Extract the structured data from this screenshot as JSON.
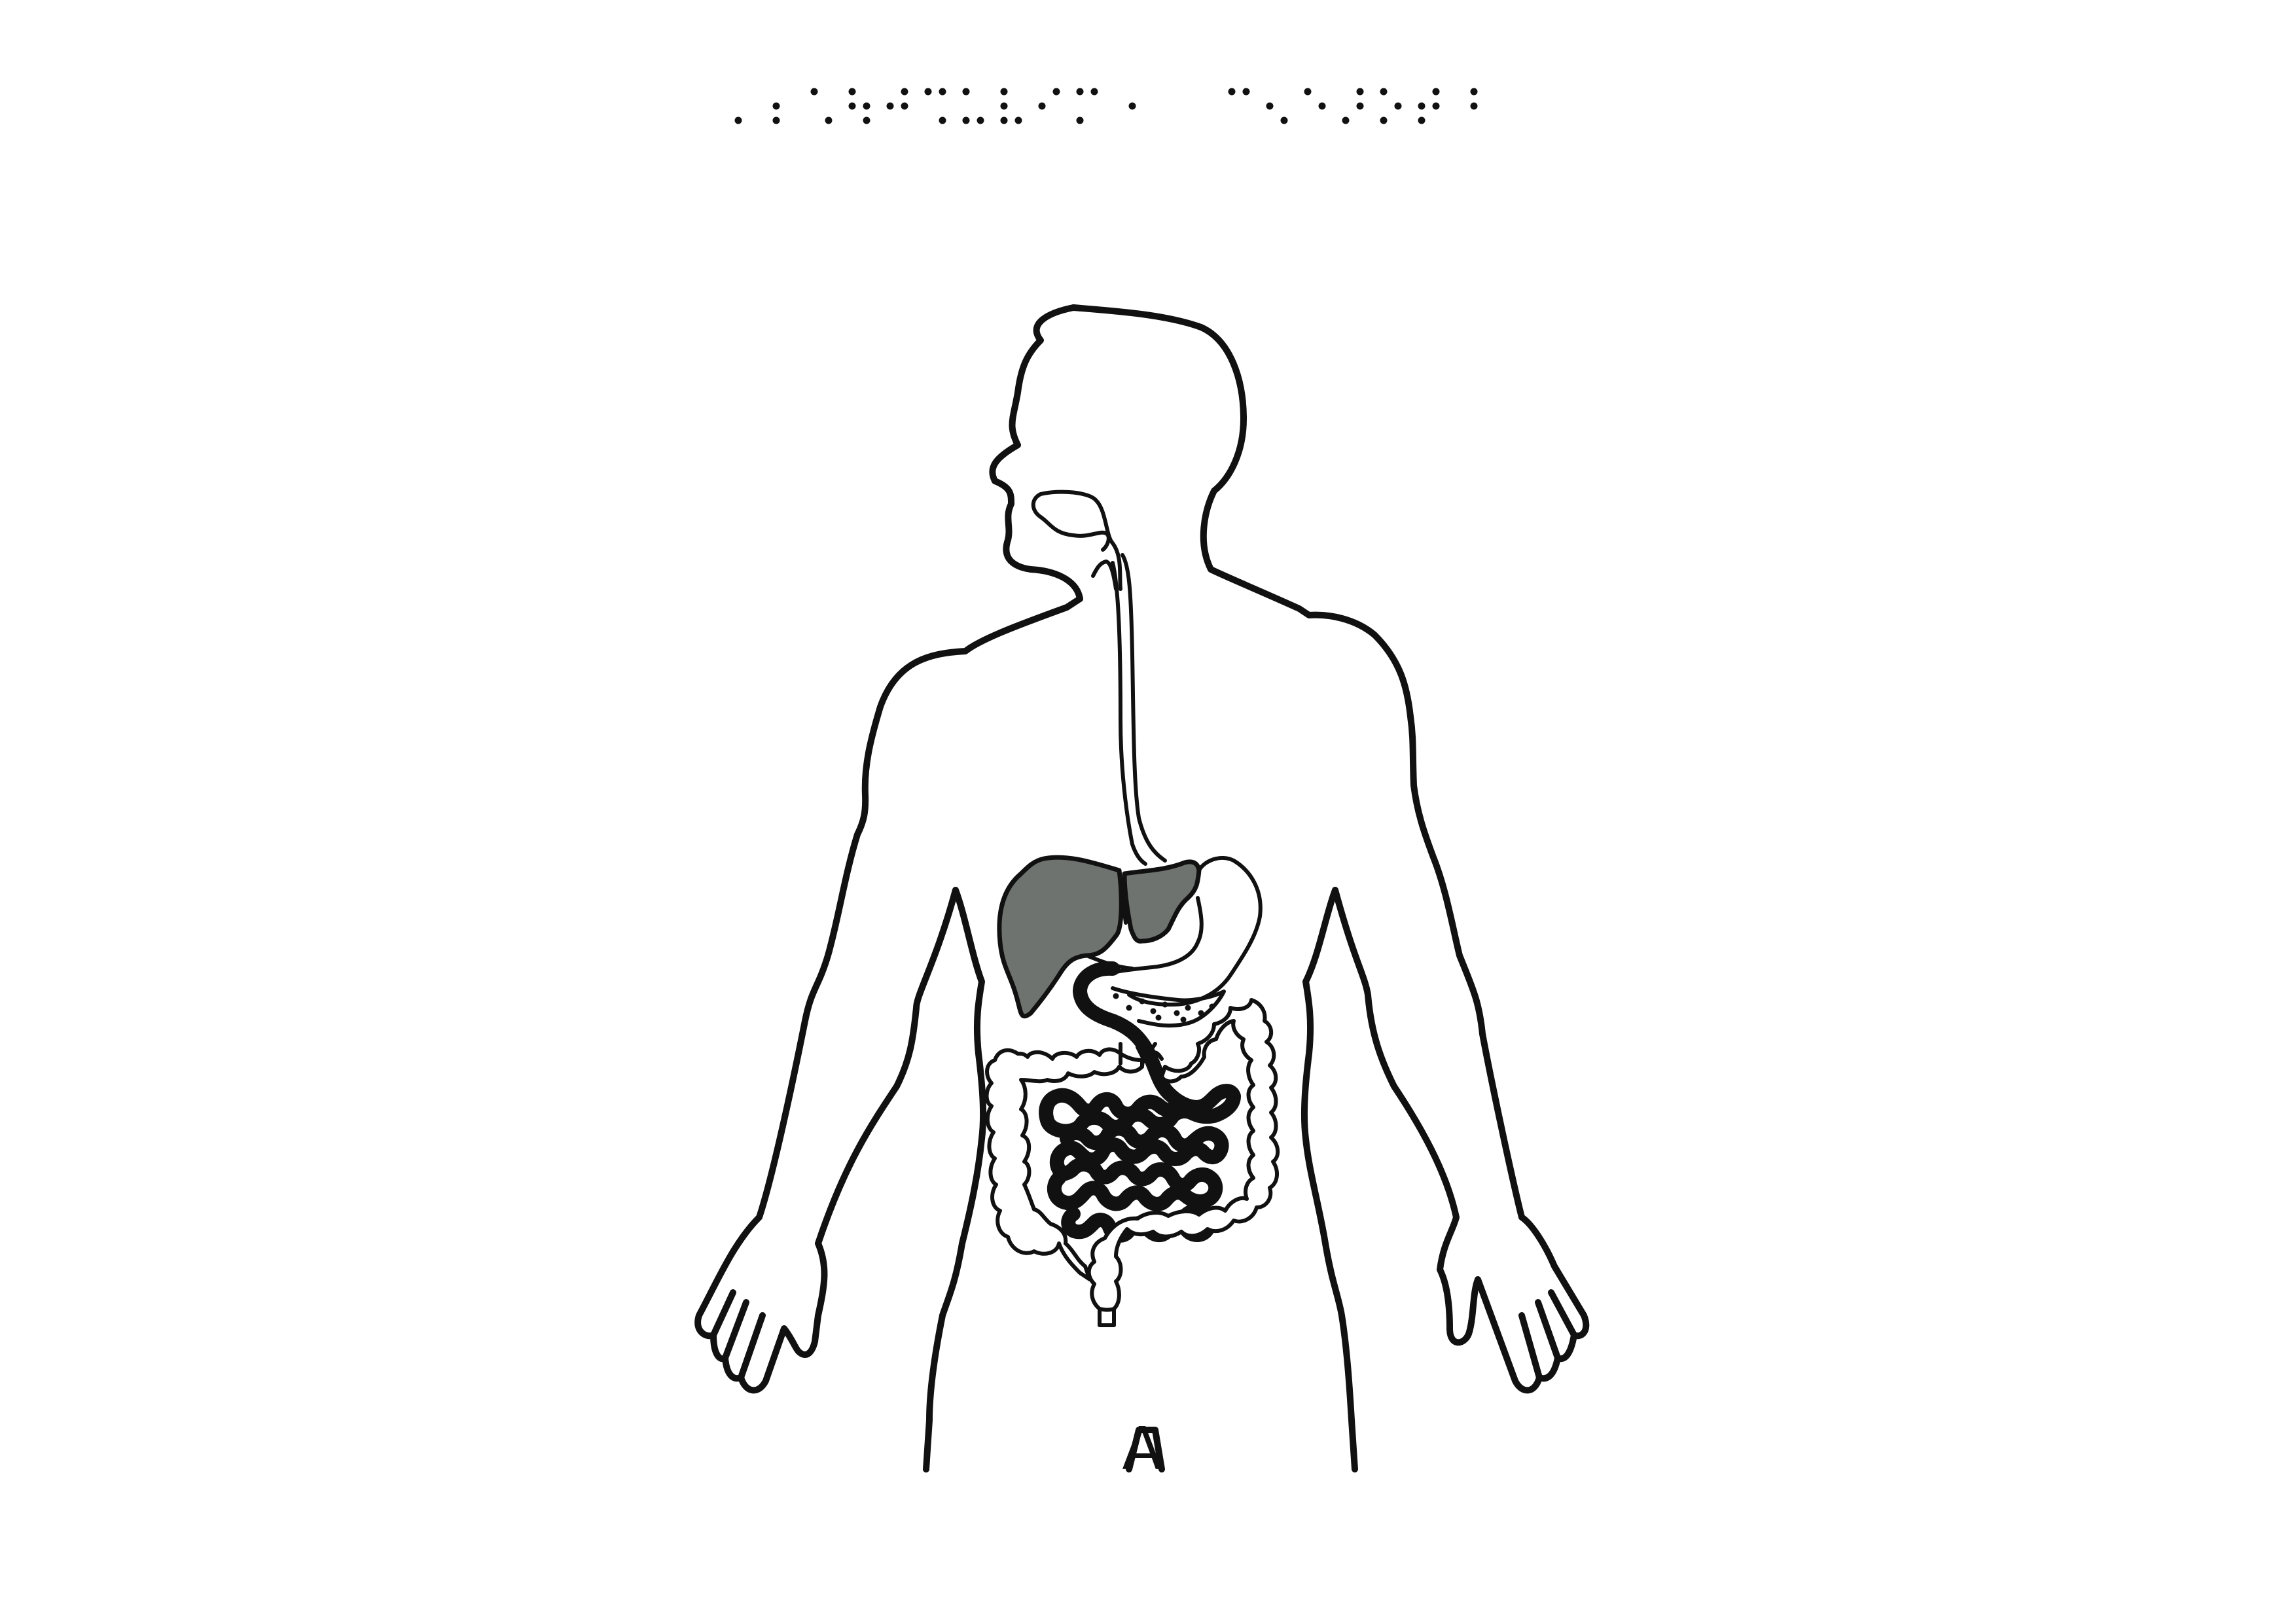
{
  "braille_title": {
    "dot_pattern": [
      "",
      "3",
      "23",
      "16",
      "1256",
      "245",
      "146",
      "136",
      "1236",
      "24",
      "134",
      "5",
      "",
      "",
      "14",
      "26",
      "15",
      "345",
      "135",
      "2345",
      "45"
    ]
  },
  "label": "A",
  "colors": {
    "stroke": "#111111",
    "organ_fill": "#6f7370",
    "background": "#ffffff"
  }
}
